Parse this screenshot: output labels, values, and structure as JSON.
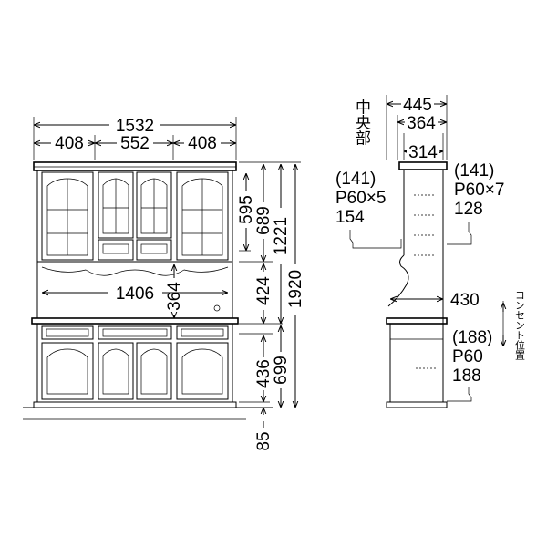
{
  "front": {
    "width_total": "1532",
    "width_left": "408",
    "width_center": "552",
    "width_right": "408",
    "inner_width": "1406",
    "hutch_glass_height": "595",
    "hutch_height": "689",
    "upper_height": "1221",
    "total_height": "1920",
    "counter_space_height": "424",
    "opening_height": "364",
    "base_door_height": "436",
    "base_height": "699",
    "plinth_height": "85"
  },
  "side": {
    "depth_total": "445",
    "depth_upper": "364",
    "depth_inner": "314",
    "depth_base": "430",
    "center_label": "中央部",
    "center_shelf_paren": "(141)",
    "center_shelf_spec": "P60×5",
    "center_shelf_value": "154",
    "side_shelf_paren": "(141)",
    "side_shelf_spec": "P60×7",
    "side_shelf_value": "128",
    "base_shelf_paren": "(188)",
    "base_shelf_spec": "P60",
    "base_shelf_value": "188",
    "edge_note": "コンセント位置"
  }
}
